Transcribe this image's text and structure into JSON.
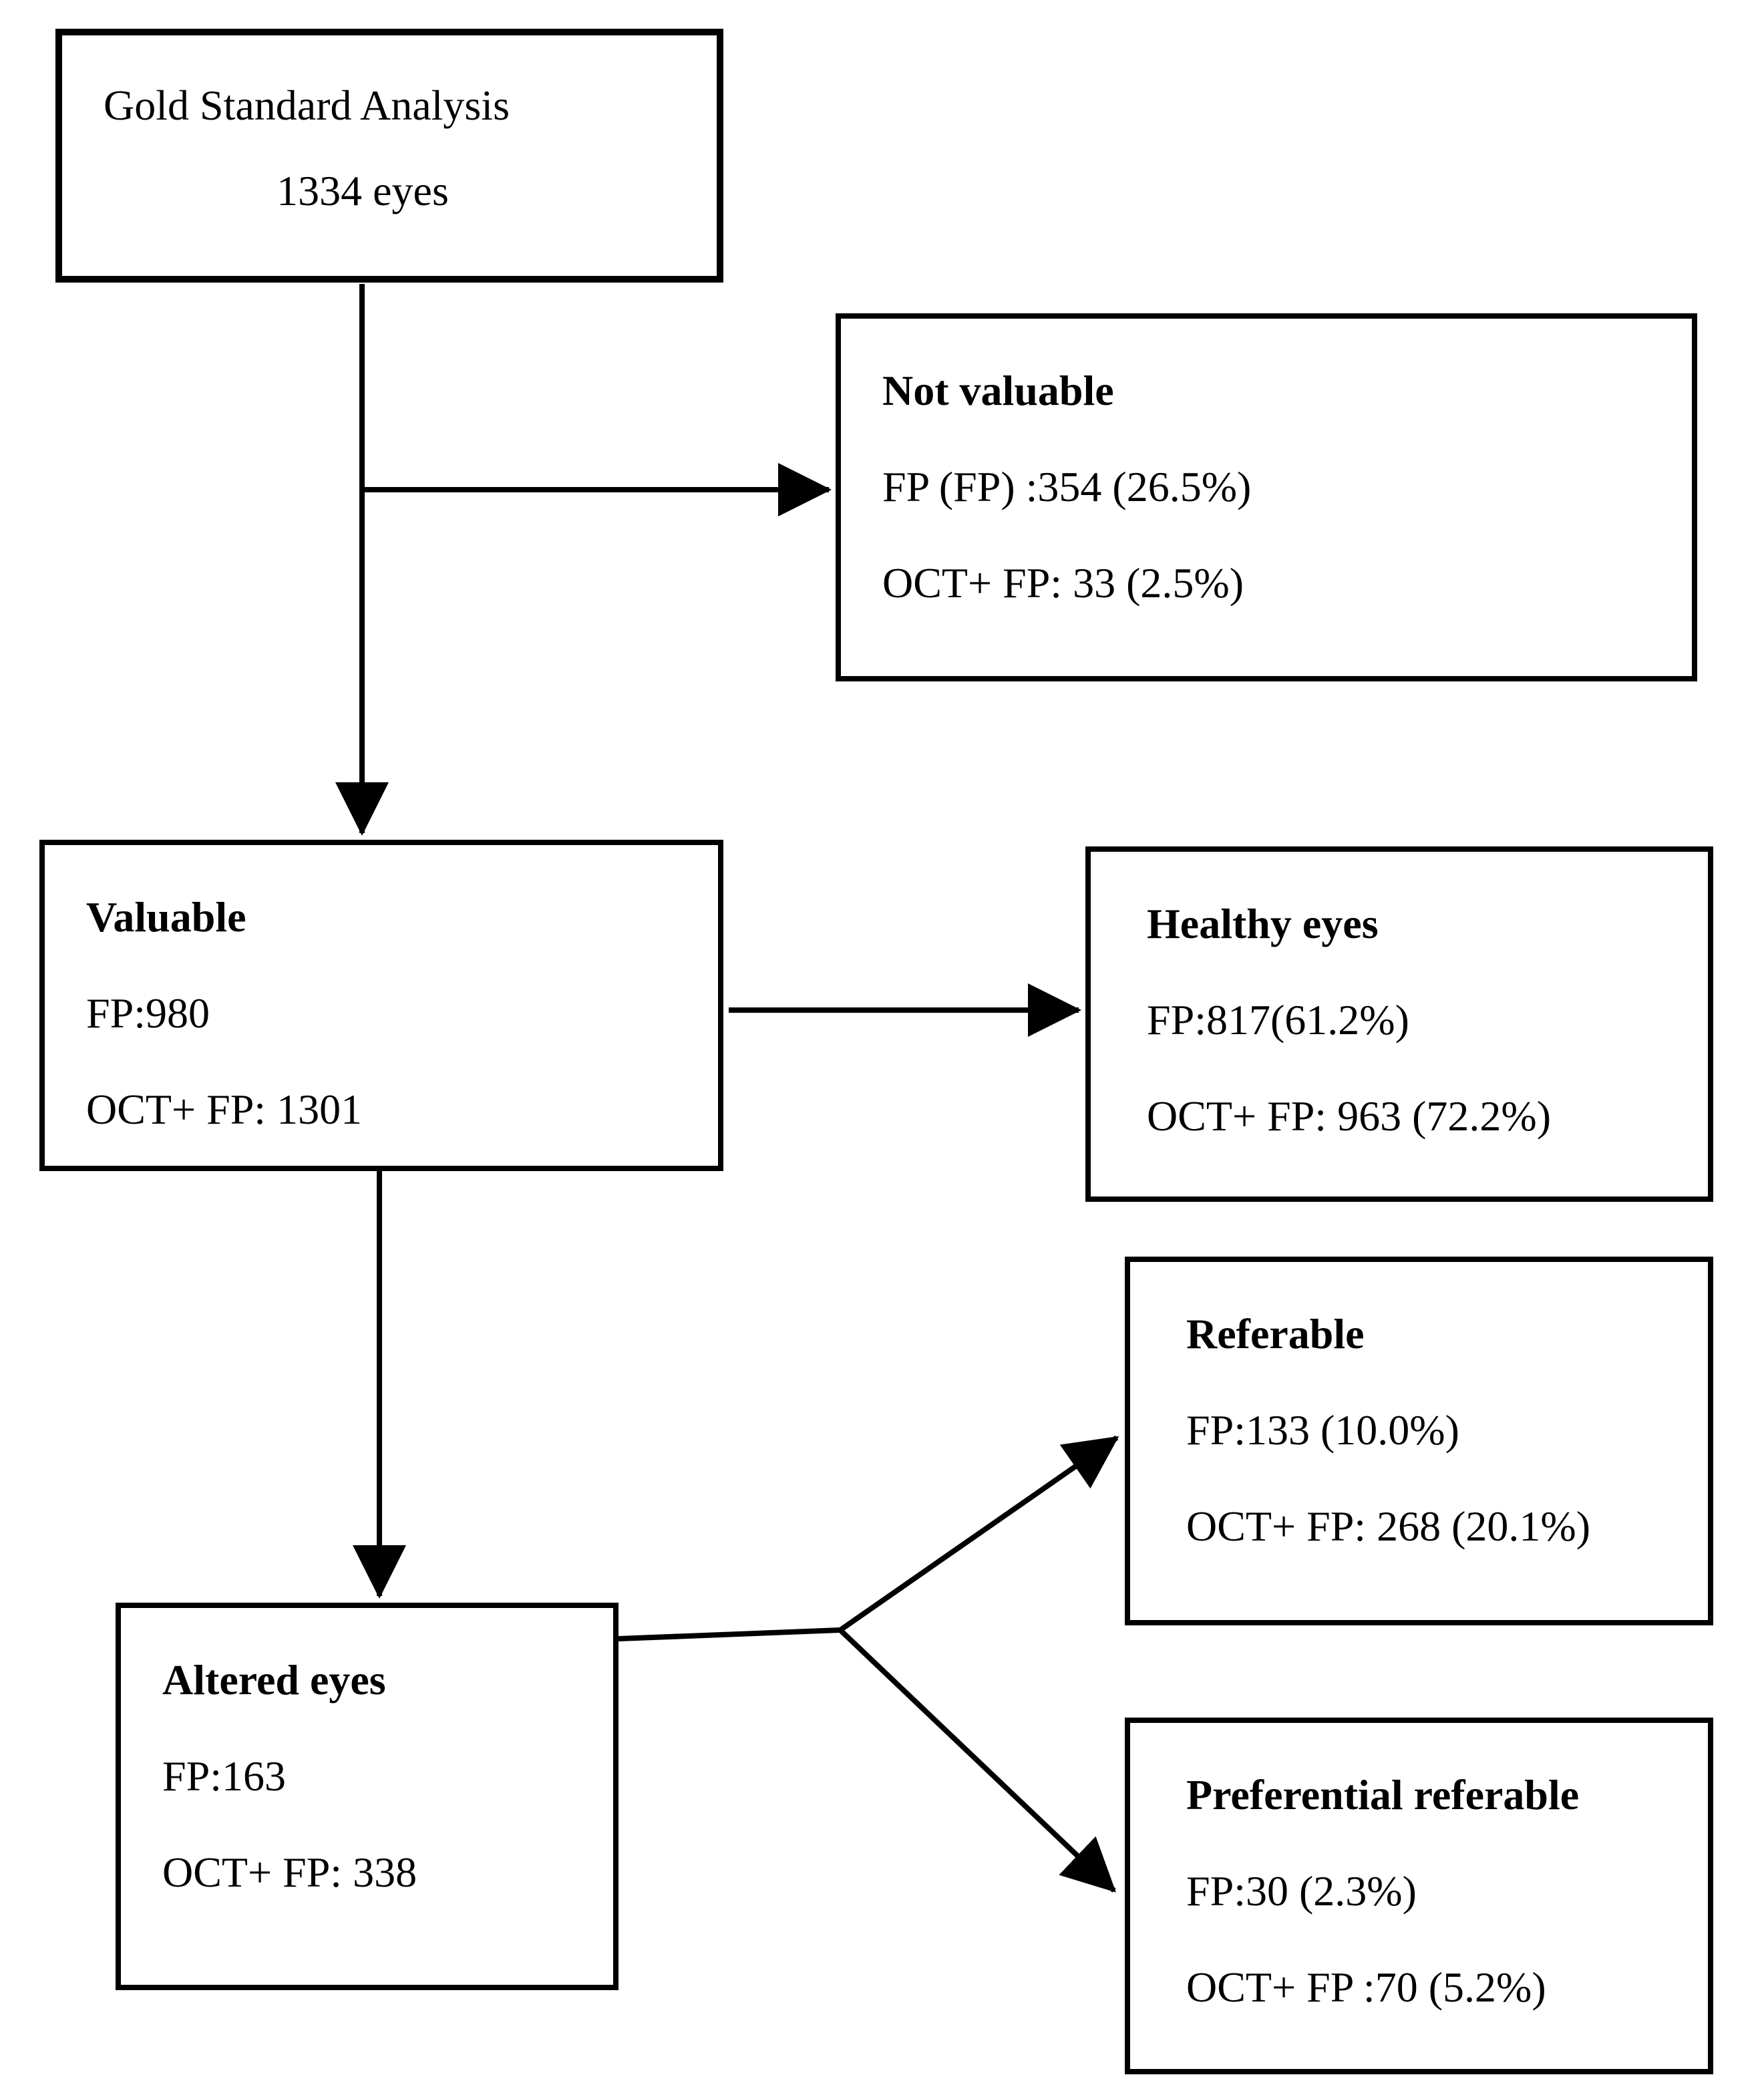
{
  "figure": {
    "background_color": "#ffffff",
    "line_color": "#000000",
    "text_color": "#000000"
  },
  "nodes": {
    "gold_standard": {
      "title": "Gold Standard Analysis",
      "line2": "1334 eyes"
    },
    "not_valuable": {
      "title": "Not valuable",
      "line1": "FP (FP) :354 (26.5%)",
      "line2": "OCT+ FP: 33 (2.5%)"
    },
    "valuable": {
      "title": "Valuable",
      "line1": "FP:980",
      "line2": "OCT+ FP: 1301"
    },
    "healthy_eyes": {
      "title": "Healthy eyes",
      "line1": "FP:817(61.2%)",
      "line2": "OCT+ FP: 963 (72.2%)"
    },
    "referable": {
      "title": "Referable",
      "line1": "FP:133 (10.0%)",
      "line2": "OCT+ FP: 268 (20.1%)"
    },
    "altered_eyes": {
      "title": "Altered eyes",
      "line1": "FP:163",
      "line2": "OCT+ FP: 338"
    },
    "preferential_referable": {
      "title": "Preferential referable",
      "line1": "FP:30 (2.3%)",
      "line2": "OCT+ FP :70 (5.2%)"
    }
  }
}
